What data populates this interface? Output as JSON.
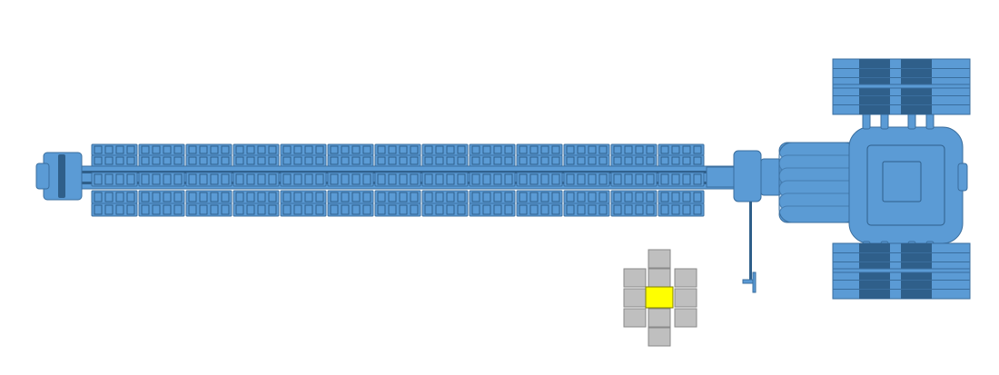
{
  "colors": {
    "hull": "#5b9bd5",
    "hull_dark": "#2f5f8a",
    "outline": "#3a6e9e",
    "grid_cell": "#bfbfbf",
    "grid_outline": "#8a8a8a",
    "selected_cell": "#ffff00"
  },
  "ship": {
    "container_columns": 13,
    "container_rows": 4
  },
  "grid": {
    "selected": "center"
  }
}
